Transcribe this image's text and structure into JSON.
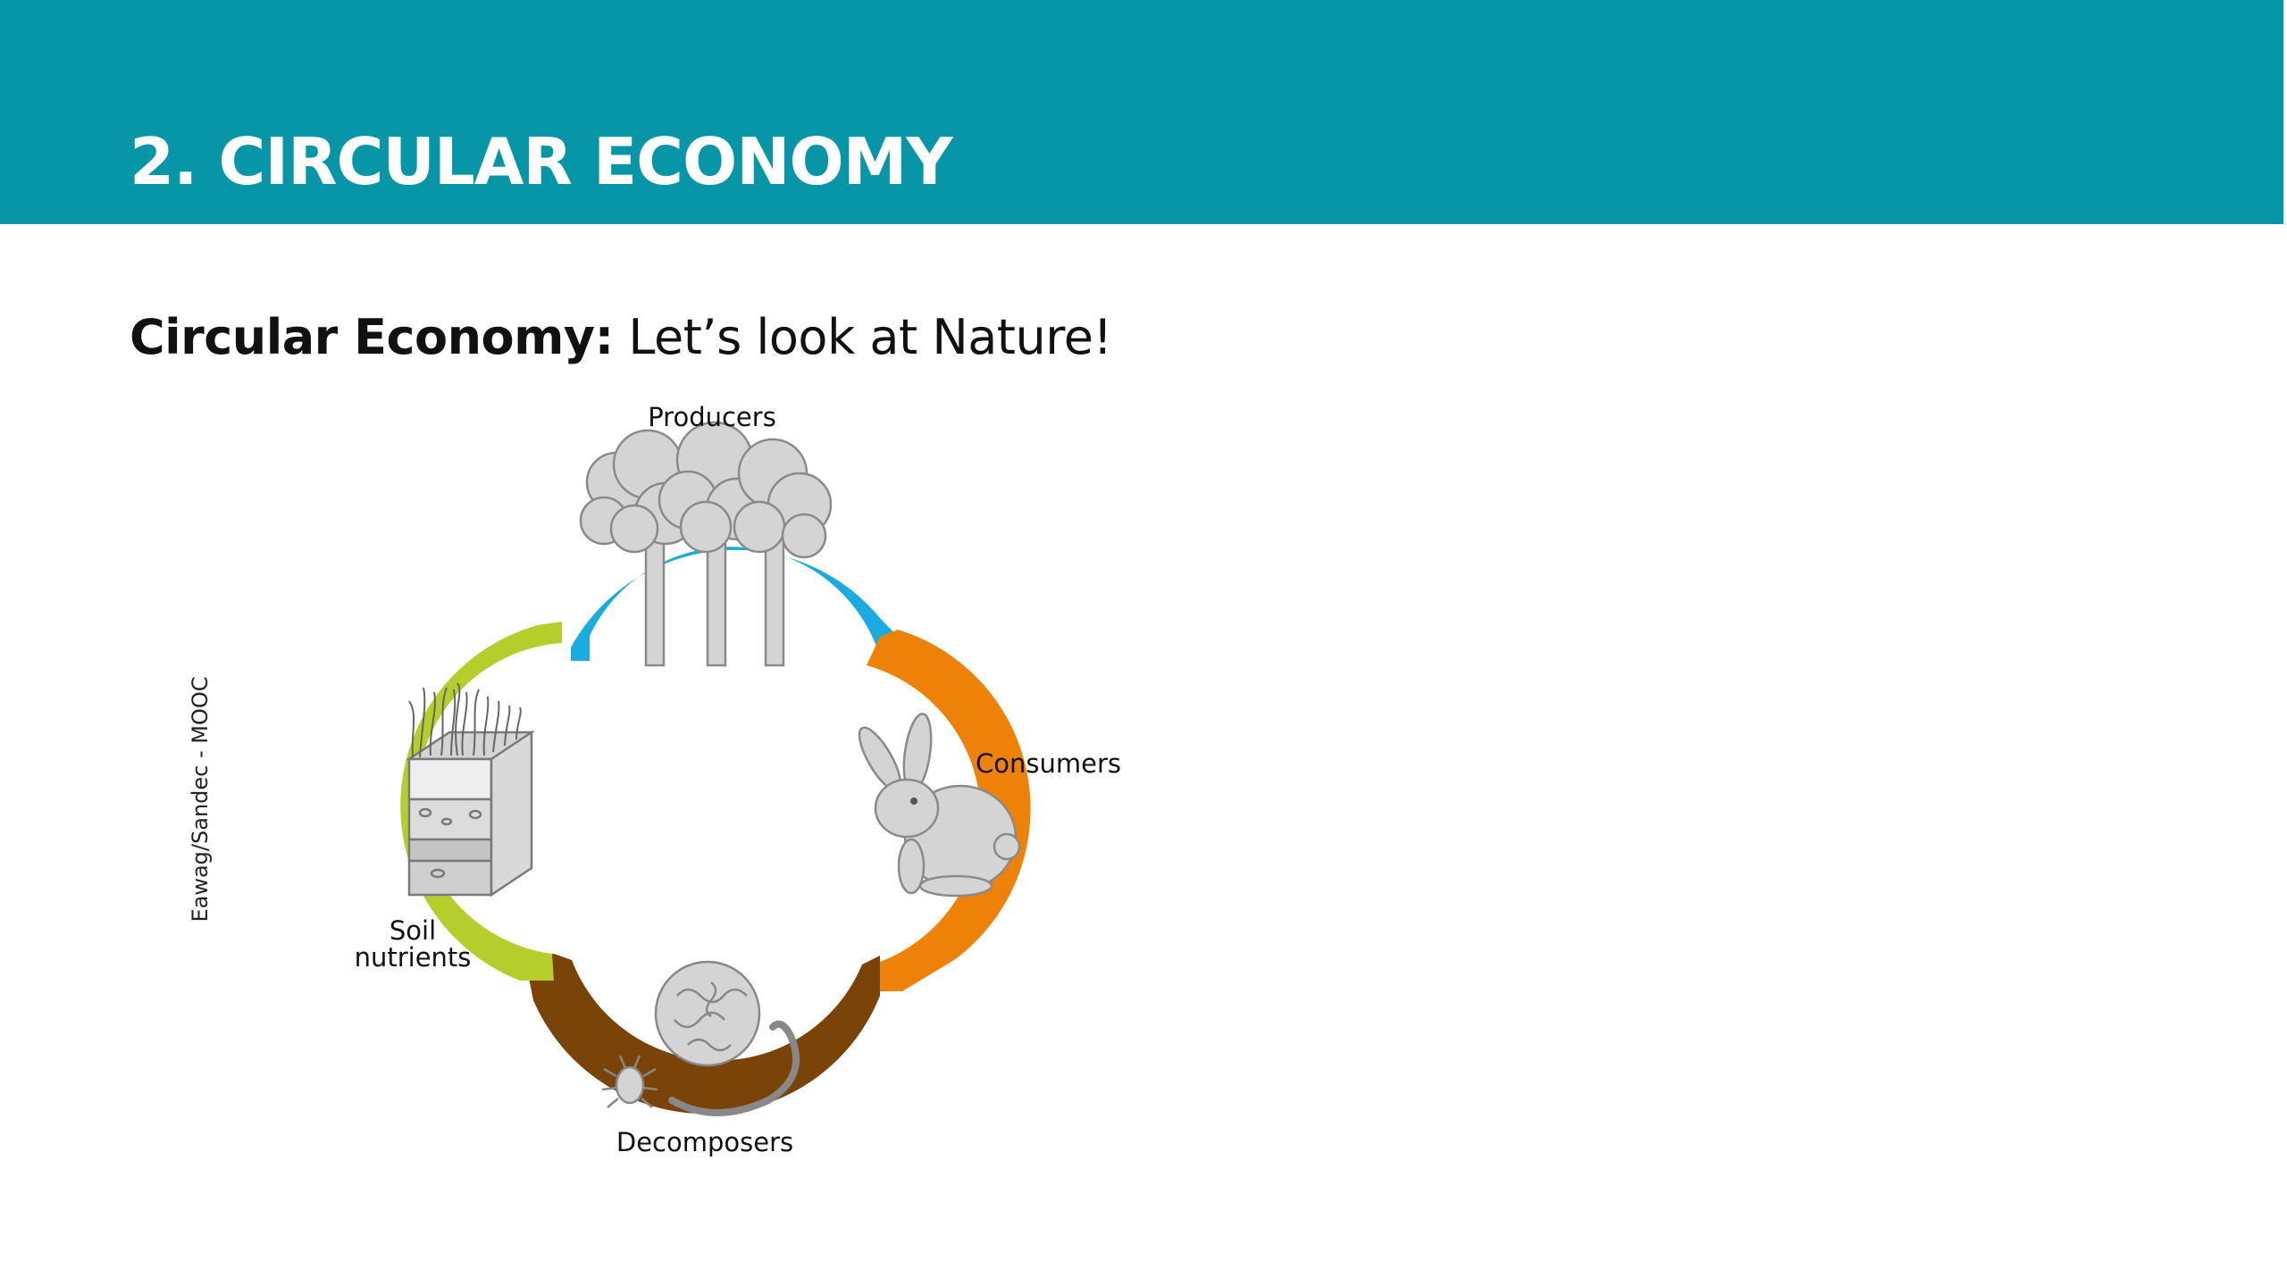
{
  "slide": {
    "title": "2. CIRCULAR ECONOMY",
    "subtitle_bold": "Circular Economy:",
    "subtitle_rest": " Let’s look at Nature!",
    "credit": "Eawag/Sandec - MOOC"
  },
  "colors": {
    "header_teal": "#0796a7",
    "producers_blue": "#1aace0",
    "consumers_orange": "#ee8208",
    "decomposers_brown": "#7a4307",
    "soil_green": "#b7cd2c",
    "illustration_gray": "#d4d4d4"
  },
  "diagram": {
    "stages": [
      {
        "label": "Producers",
        "color": "#1aace0",
        "icon": "trees-icon"
      },
      {
        "label": "Consumers",
        "color": "#ee8208",
        "icon": "rabbit-icon"
      },
      {
        "label": "Decomposers",
        "color": "#7a4307",
        "icon": "worms-icon"
      },
      {
        "label_lines": [
          "Soil",
          "nutrients"
        ],
        "color": "#b7cd2c",
        "icon": "soil-layers-icon"
      }
    ]
  }
}
